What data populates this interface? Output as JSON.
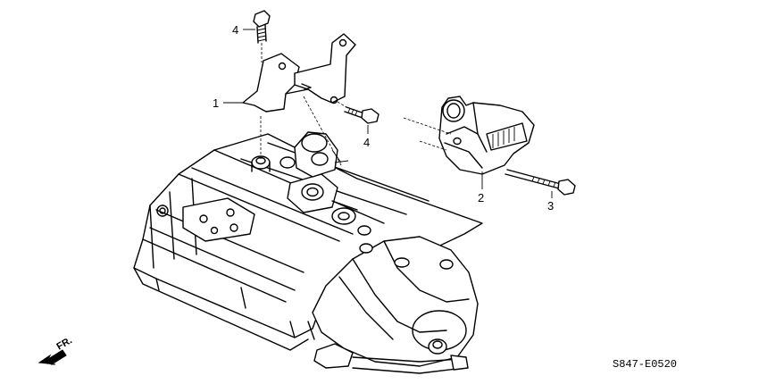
{
  "diagram": {
    "callouts": [
      {
        "id": "callout-1",
        "label": "1"
      },
      {
        "id": "callout-2",
        "label": "2"
      },
      {
        "id": "callout-3",
        "label": "3"
      },
      {
        "id": "callout-4-top",
        "label": "4"
      },
      {
        "id": "callout-4-mid",
        "label": "4"
      }
    ],
    "front_indicator": "FR.",
    "diagram_code": "S847-E0520"
  }
}
